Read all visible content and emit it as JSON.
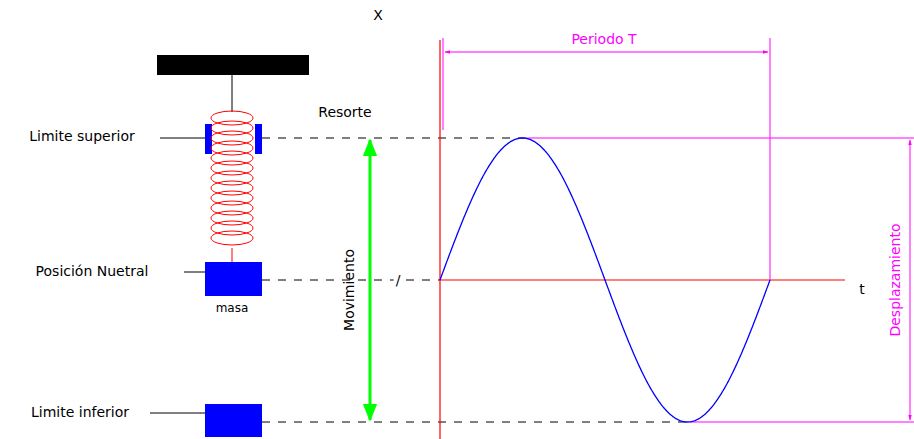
{
  "diagram": {
    "labels": [
      "X",
      "Periodo T",
      "Limite superior",
      "Resorte",
      "Posición Nuetral",
      "masa",
      "/",
      "Movimiento",
      "Limite inferior",
      "t",
      "Desplazamiento"
    ]
  }
}
